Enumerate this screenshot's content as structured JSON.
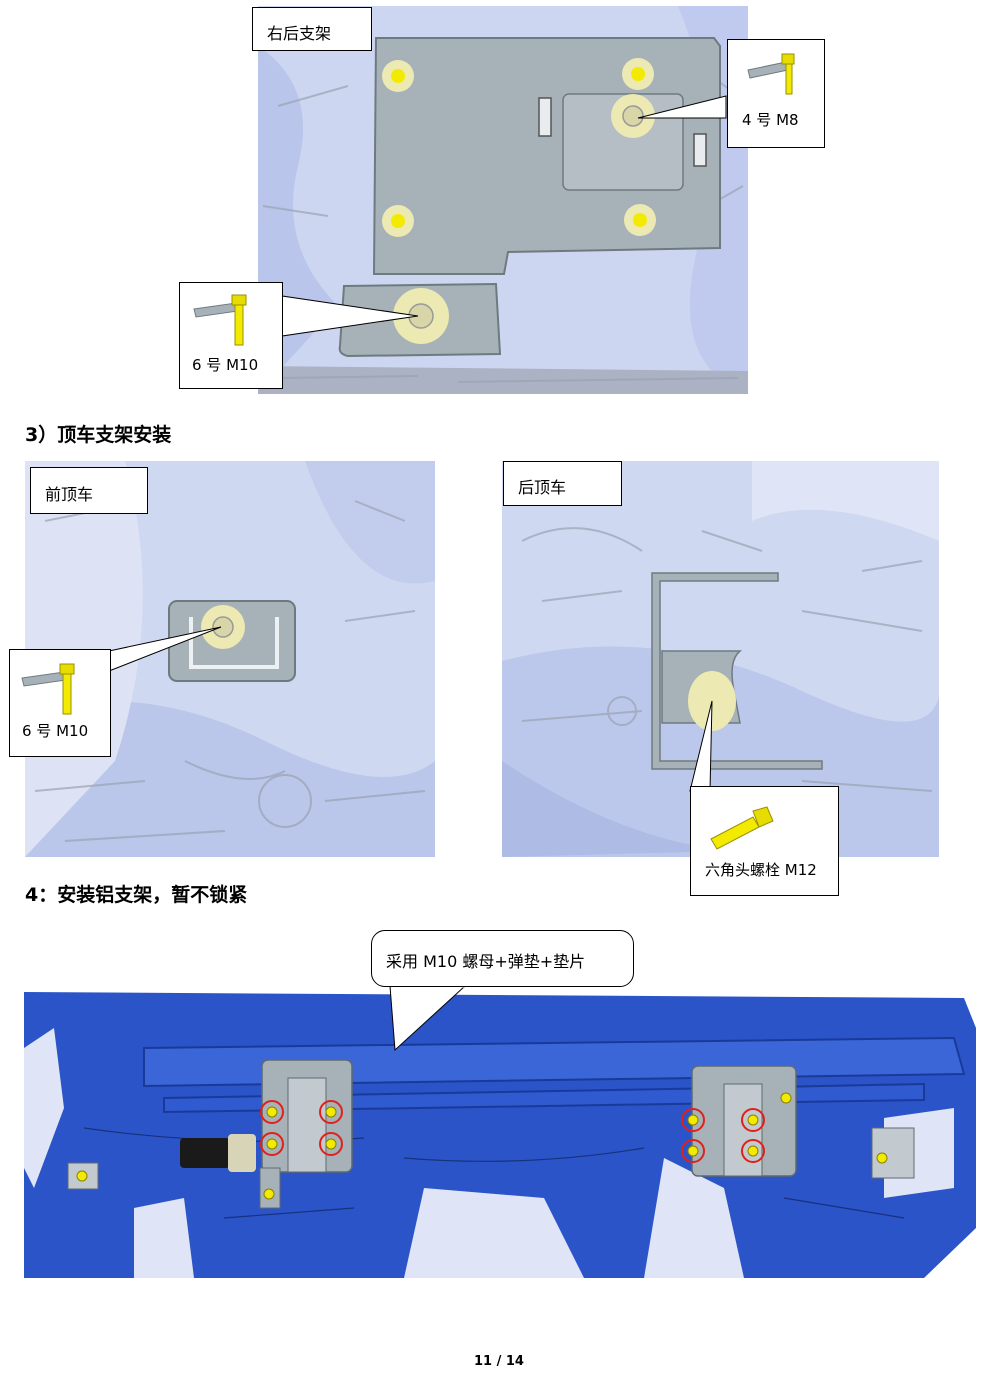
{
  "figure1": {
    "label": "右后支架",
    "callout_bolt_m8": "4 号 M8",
    "callout_bolt_m10": "6 号 M10"
  },
  "section3": {
    "heading": "3）顶车支架安装",
    "front": {
      "label": "前顶车",
      "callout": "6 号 M10"
    },
    "rear": {
      "label": "后顶车",
      "callout": "六角头螺栓 M12"
    }
  },
  "section4": {
    "heading": "4：安装铝支架，暂不锁紧",
    "callout": "采用 M10 螺母+弹垫+垫片"
  },
  "footer": {
    "page": "11 / 14"
  },
  "colors": {
    "body_panel": "#c9d3ee",
    "bracket": "#a7b2b8",
    "bolt_yellow": "#f2ea00",
    "blue_body": "#2a54c8",
    "highlight_ring": "#e0201a"
  }
}
